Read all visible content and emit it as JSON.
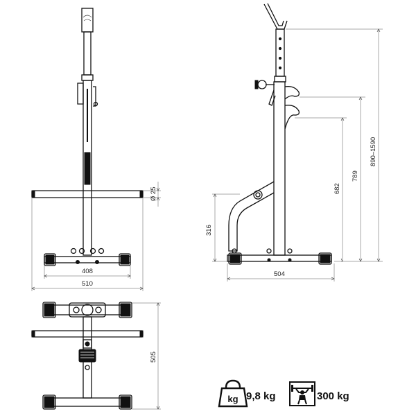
{
  "front_view": {
    "dim_bar_diameter": "Ø 25",
    "dim_base_inner": "408",
    "dim_overall_width": "510"
  },
  "side_view": {
    "dim_base_depth": "504",
    "dim_foot_height": "316",
    "dim_hook_low": "682",
    "dim_hook_high": "789",
    "dim_height_range": "890–1590"
  },
  "top_view": {
    "dim_length": "505"
  },
  "specs": {
    "weight_icon_label": "kg",
    "weight_value": "9,8 kg",
    "capacity_value": "300 kg",
    "weight_icon": "kettlebell-weight-icon",
    "capacity_icon": "barbell-lifter-icon"
  }
}
